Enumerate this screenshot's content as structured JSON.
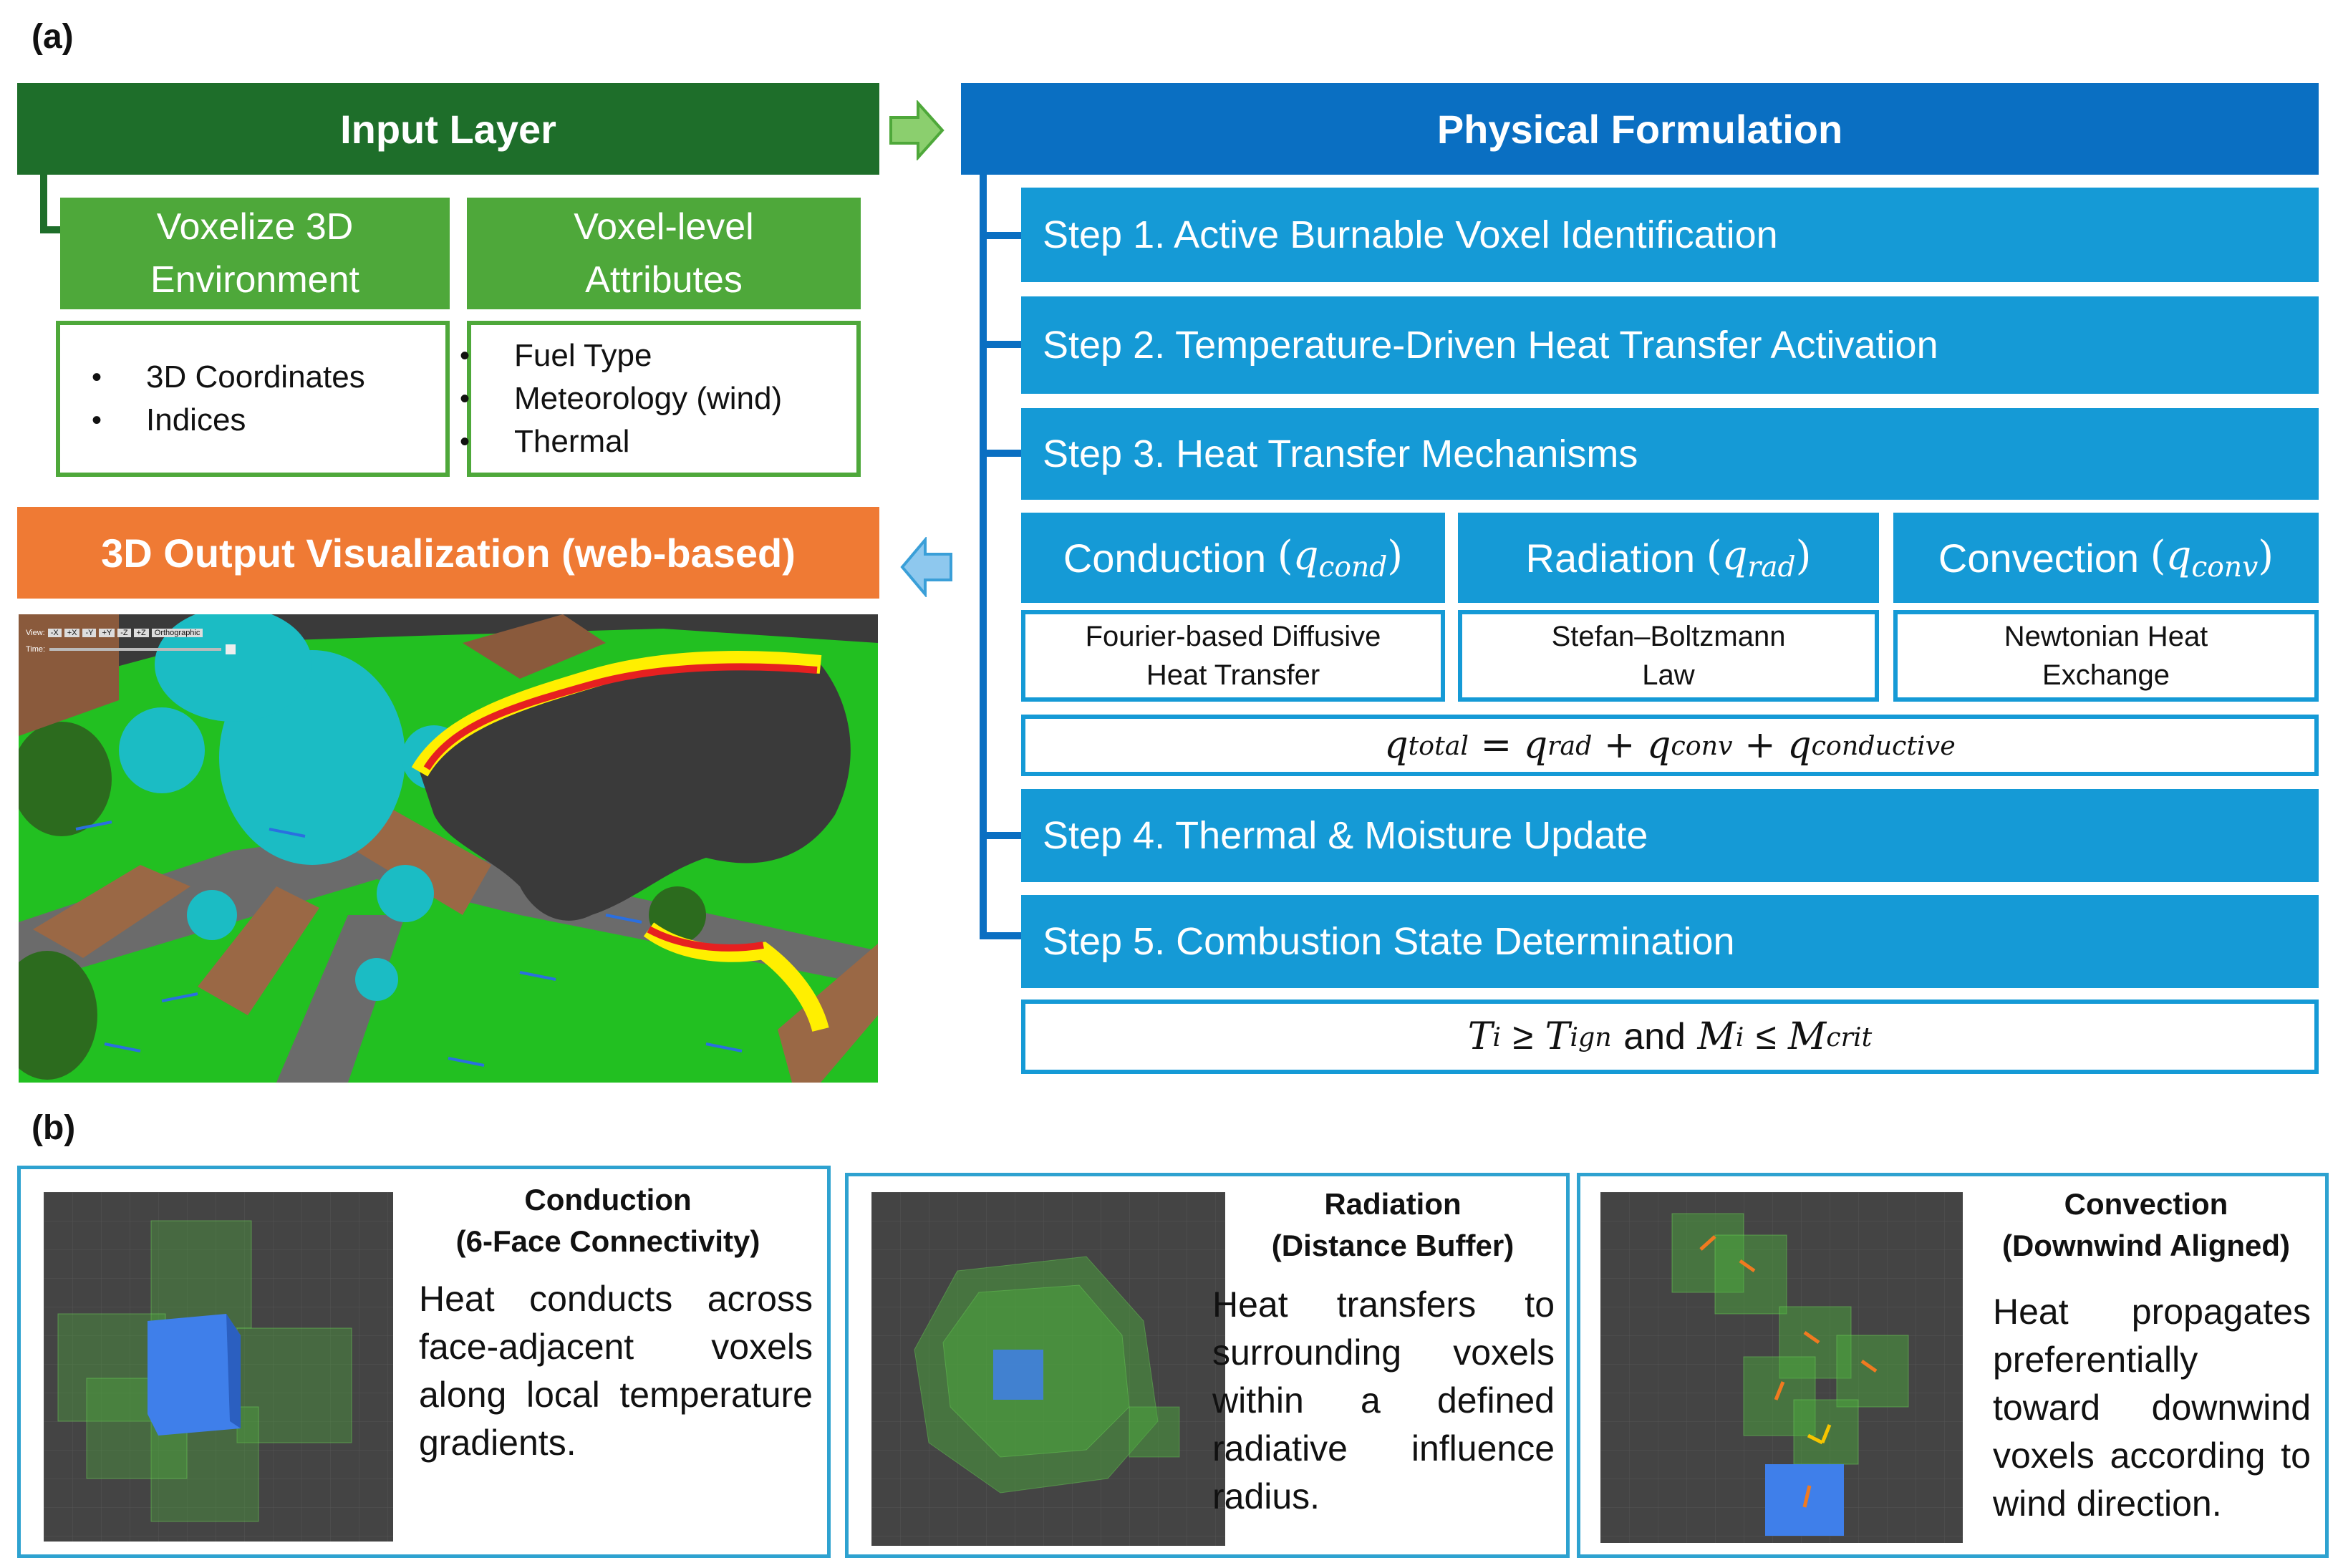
{
  "panel_a_label": "(a)",
  "panel_b_label": "(b)",
  "input_layer": {
    "title": "Input Layer",
    "voxelize": {
      "line1": "Voxelize 3D",
      "line2": "Environment"
    },
    "voxel_attr": {
      "line1": "Voxel-level",
      "line2": "Attributes"
    },
    "voxelize_items": [
      "3D Coordinates",
      "Indices"
    ],
    "attr_items": [
      "Fuel Type",
      "Meteorology (wind)",
      "Thermal"
    ]
  },
  "output": {
    "title": "3D Output Visualization (web-based)",
    "toolbar_view_label": "View:",
    "toolbar_buttons": [
      "-X",
      "+X",
      "-Y",
      "+Y",
      "-Z",
      "+Z"
    ],
    "toolbar_mode": "Orthographic",
    "toolbar_time_label": "Time:"
  },
  "physical": {
    "title": "Physical Formulation",
    "steps": [
      "Step 1. Active Burnable Voxel Identification",
      "Step 2. Temperature-Driven Heat Transfer Activation",
      "Step 3. Heat Transfer Mechanisms",
      "Step 4. Thermal & Moisture Update",
      "Step 5. Combustion State Determination"
    ],
    "mechanisms": [
      {
        "name": "Conduction",
        "symbol": "q",
        "subscript": "cond",
        "desc_line1": "Fourier-based Diffusive",
        "desc_line2": "Heat Transfer"
      },
      {
        "name": "Radiation",
        "symbol": "q",
        "subscript": "rad",
        "desc_line1": "Stefan–Boltzmann",
        "desc_line2": "Law"
      },
      {
        "name": "Convection",
        "symbol": "q",
        "subscript": "conv",
        "desc_line1": "Newtonian Heat",
        "desc_line2": "Exchange"
      }
    ],
    "total_equation": {
      "lhs_sub": "total",
      "terms": [
        "rad",
        "conv",
        "conductive"
      ]
    },
    "ignition_condition": {
      "t_sub": "i",
      "t_ign_sub": "ign",
      "m_sub": "i",
      "m_crit_sub": "crit",
      "geq": "≥",
      "and": "and",
      "leq": "≤"
    }
  },
  "cards": [
    {
      "title_line1": "Conduction",
      "title_line2": "(6-Face Connectivity)",
      "text": "Heat conducts across face-adjacent voxels along local temperature gradients."
    },
    {
      "title_line1": "Radiation",
      "title_line2": "(Distance Buffer)",
      "text": "Heat transfers to surrounding voxels within a defined radiative influence radius."
    },
    {
      "title_line1": "Convection",
      "title_line2": "(Downwind Aligned)",
      "text": "Heat propagates preferentially toward downwind voxels according to wind direction."
    }
  ],
  "colors": {
    "green_dark": "#1e6e2a",
    "green": "#4ea83a",
    "blue_dark": "#0a6fc2",
    "blue": "#159ad6",
    "orange": "#ef7a34",
    "card_border": "#2ea2d0"
  },
  "icons": [
    "arrow-right-icon",
    "arrow-left-icon"
  ]
}
